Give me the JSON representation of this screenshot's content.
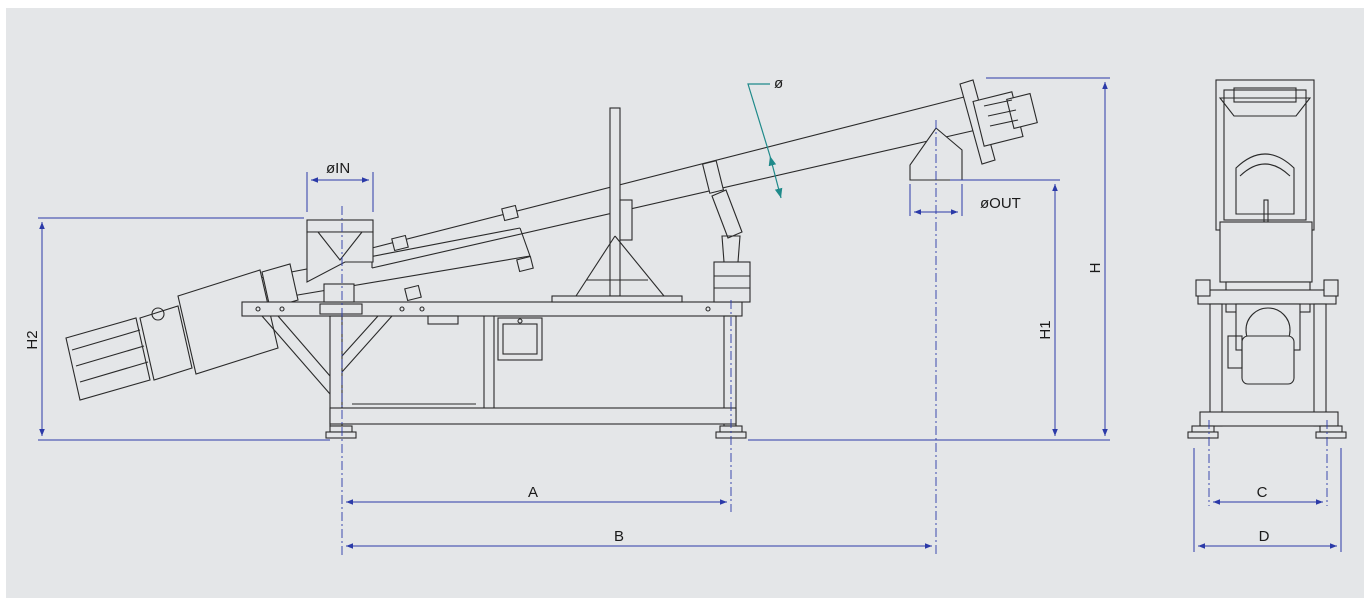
{
  "dimension_labels": {
    "dia": "ø",
    "dia_in": "øIN",
    "dia_out": "øOUT",
    "h2": "H2",
    "h1": "H1",
    "h": "H",
    "a": "A",
    "b": "B",
    "c": "C",
    "d": "D"
  },
  "colors": {
    "background": "#e4e6e8",
    "dimension_line": "#2b3aa8",
    "diameter_arrow": "#1f8a8a",
    "outline": "#2a2a2a"
  }
}
